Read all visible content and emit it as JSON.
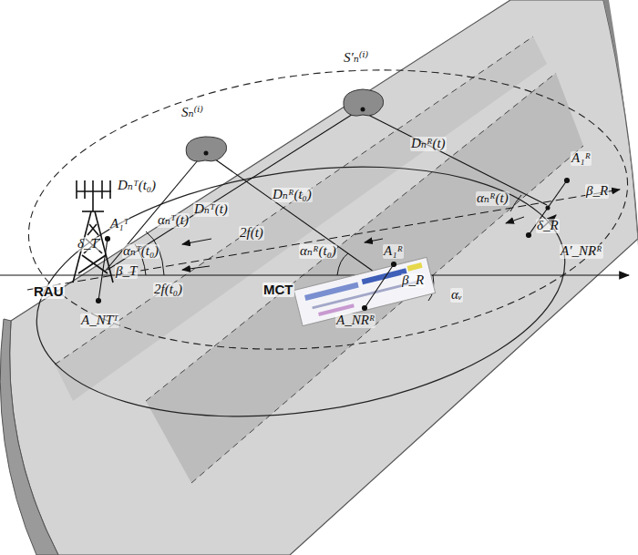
{
  "diagram": {
    "labels": [
      "S′ₙ⁽ⁱ⁾",
      "Sₙ⁽ⁱ⁾",
      "Dₙᴿ(t)",
      "Dₙᵀ(t₀)",
      "Dₙᵀ(t)",
      "Dₙᴿ(t₀)",
      "A₁ᴿ",
      "β_R",
      "αₙᴿ(t)",
      "δ_R",
      "A′_NRᴿ",
      "αₙᵀ(t)",
      "2f(t)",
      "αₙᴿ(t₀)",
      "A₁ᴿ",
      "β_R",
      "αᵥ",
      "A₁ᵀ",
      "δ_T",
      "αₙᵀ(t₀)",
      "β_T",
      "RAU",
      "2f(t₀)",
      "MCT",
      "A_NTᵀ",
      "A_NRᴿ"
    ]
  }
}
